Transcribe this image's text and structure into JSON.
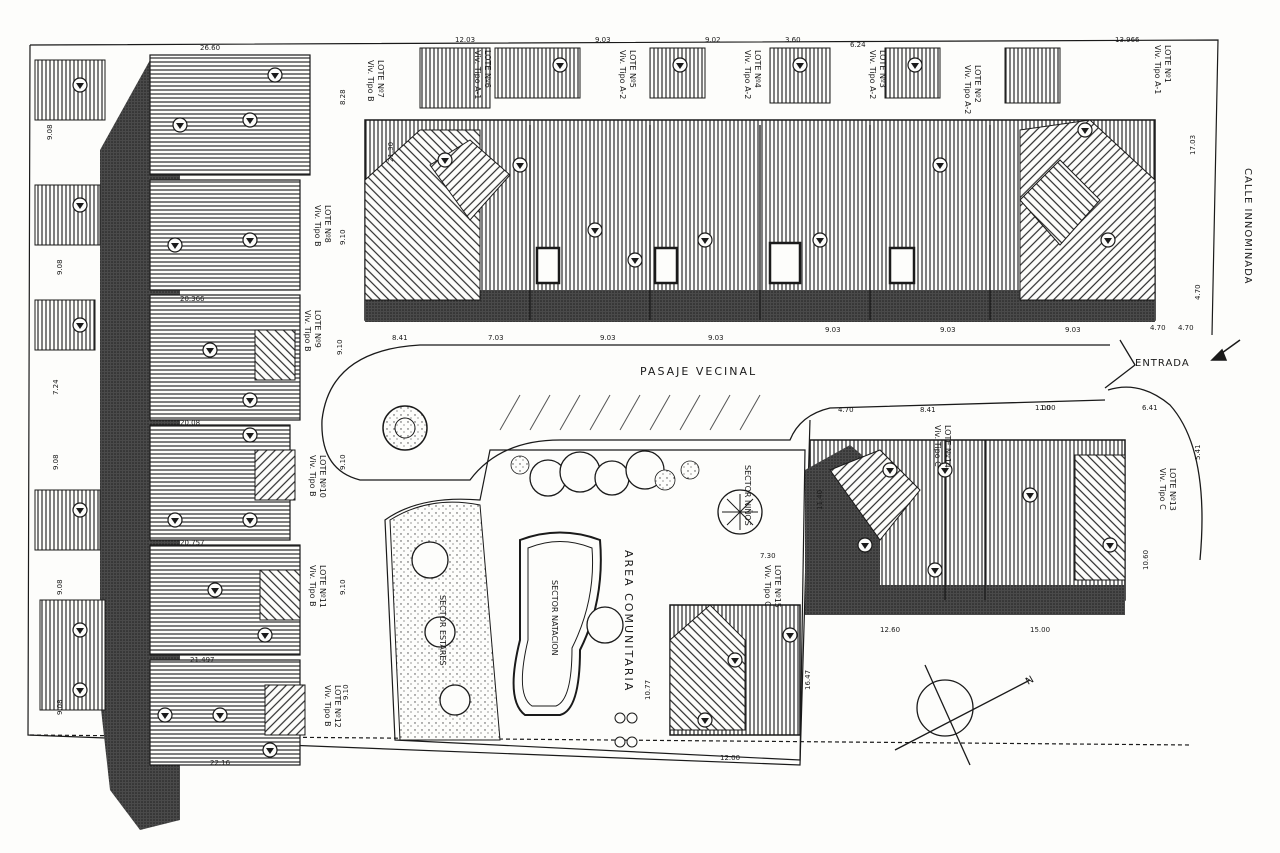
{
  "street": {
    "label": "CALLE INNOMINADA"
  },
  "passage": {
    "label": "PASAJE VECINAL"
  },
  "entrance": {
    "label": "ENTRADA"
  },
  "north": {
    "label": "N"
  },
  "community": {
    "area": "AREA COMUNITARIA",
    "pool": "SECTOR NATACION",
    "lounge": "SECTOR ESTARES",
    "kids": "SECTOR NIÑOS"
  },
  "lots": {
    "lot1": {
      "name": "LOTE Nº1",
      "type": "Viv. Tipo A-1"
    },
    "lot2": {
      "name": "LOTE Nº2",
      "type": "Viv. Tipo A-2"
    },
    "lot3": {
      "name": "LOTE Nº3",
      "type": "Viv. Tipo A-2"
    },
    "lot4": {
      "name": "LOTE Nº4",
      "type": "Viv. Tipo A-2"
    },
    "lot5": {
      "name": "LOTE Nº5",
      "type": "Viv. Tipo A-2"
    },
    "lot6": {
      "name": "LOTE Nº6",
      "type": "Viv. Tipo A-1"
    },
    "lot7": {
      "name": "LOTE Nº7",
      "type": "Viv. Tipo B"
    },
    "lot8": {
      "name": "LOTE Nº8",
      "type": "Viv. Tipo B"
    },
    "lot9": {
      "name": "LOTE Nº9",
      "type": "Viv. Tipo B"
    },
    "lot10": {
      "name": "LOTE Nº10",
      "type": "Viv. Tipo B"
    },
    "lot11": {
      "name": "LOTE Nº11",
      "type": "Viv. Tipo B"
    },
    "lot12": {
      "name": "LOTE Nº12",
      "type": "Viv. Tipo B"
    },
    "lot13": {
      "name": "LOTE Nº13",
      "type": "Viv. Tipo C"
    },
    "lot14": {
      "name": "LOTE Nº14",
      "type": "Viv. Tipo C"
    },
    "lot15": {
      "name": "LOTE Nº15",
      "type": "Viv. Tipo C"
    }
  },
  "dims": {
    "top": [
      "26.60",
      "12.03",
      "9.03",
      "9.02",
      "3.60",
      "6.24",
      "13.966"
    ],
    "bottom_north_row": [
      "8.41",
      "7.03",
      "9.03",
      "9.03",
      "9.03",
      "9.03",
      "9.03",
      "4.70"
    ],
    "east_block_top": [
      "4.70",
      "8.41",
      "1.00"
    ],
    "east_block_bottom": [
      "12.60",
      "15.00"
    ],
    "west_areas": [
      "20.366",
      "20.08",
      "20.757",
      "21.497",
      "22.16"
    ],
    "west_widths": [
      "9.08",
      "9.08",
      "7.24",
      "9.08",
      "9.08",
      "9.08"
    ],
    "lot_depths": [
      "8.28",
      "9.10",
      "9.10",
      "9.10",
      "9.10",
      "9.10"
    ],
    "misc": [
      "21.30",
      "17.03",
      "4.70",
      "11.40",
      "7.30",
      "10.77",
      "16.47",
      "12.00",
      "10.60",
      "1.00",
      "6.41",
      "5.41",
      "4.70"
    ]
  },
  "colors": {
    "ink": "#1a1a1a",
    "paper": "#fdfdfb",
    "hatch": "#333333"
  }
}
